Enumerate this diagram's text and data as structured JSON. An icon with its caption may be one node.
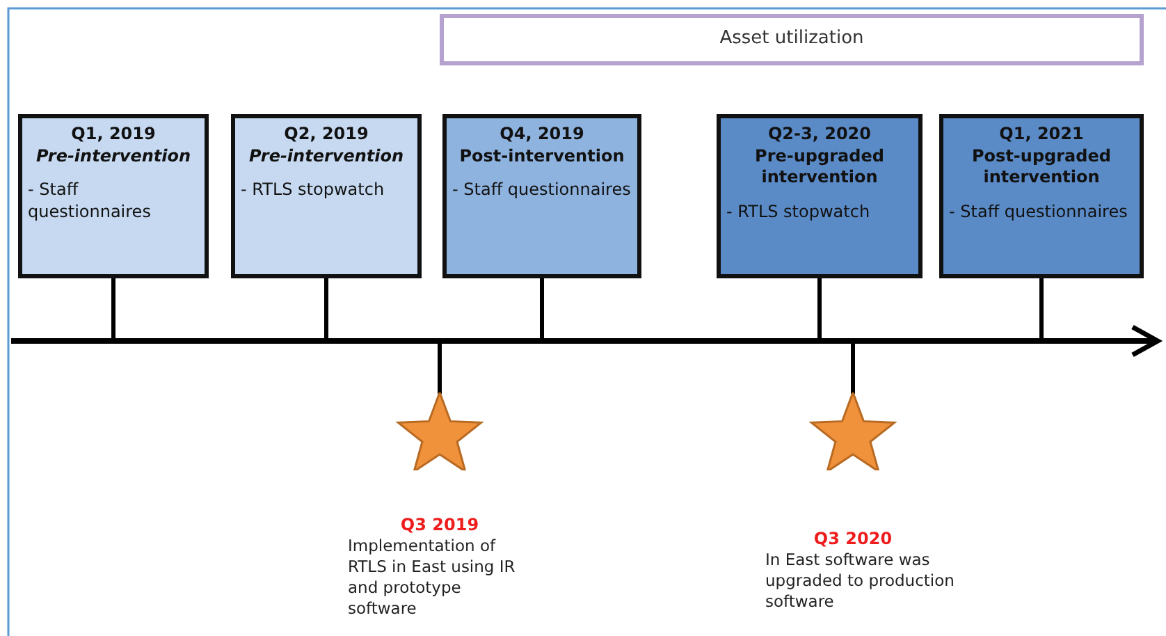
{
  "diagram": {
    "nodes": [
      {
        "text": [
          "Asset utilization"
        ]
      },
      {
        "text": [
          "Q1, 2019",
          "*Pre-intervention*",
          "- Staff questionnaires"
        ]
      },
      {
        "text": [
          "Q2, 2019",
          "*Pre-intervention*",
          "- RTLS stopwatch"
        ]
      },
      {
        "text": [
          "Q4, 2019",
          "Post-intervention",
          "- Staff questionnaires"
        ]
      },
      {
        "text": [
          "Q2-3, 2020",
          "Pre-upgraded intervention",
          "- RTLS stopwatch"
        ]
      },
      {
        "text": [
          "Q1, 2021",
          "Post-upgraded intervention",
          "- Staff questionnaires"
        ]
      },
      {
        "text": [],
        "shape": "star",
        "beside": [
          "Q3 2019",
          "Implementation of RTLS in East using IR and prototype software"
        ]
      },
      {
        "text": [],
        "shape": "star",
        "beside": [
          "Q3 2020",
          "In East software was upgraded to production software"
        ]
      }
    ],
    "edges": [
      {
        "from": 1,
        "to": null,
        "arrow": "none"
      },
      {
        "from": 2,
        "to": null,
        "arrow": "none"
      },
      {
        "from": 3,
        "to": null,
        "arrow": "none"
      },
      {
        "from": 4,
        "to": null,
        "arrow": "none"
      },
      {
        "from": 5,
        "to": null,
        "arrow": "none"
      },
      {
        "from": 6,
        "to": null,
        "arrow": "none"
      },
      {
        "from": 7,
        "to": null,
        "arrow": "none"
      }
    ]
  }
}
